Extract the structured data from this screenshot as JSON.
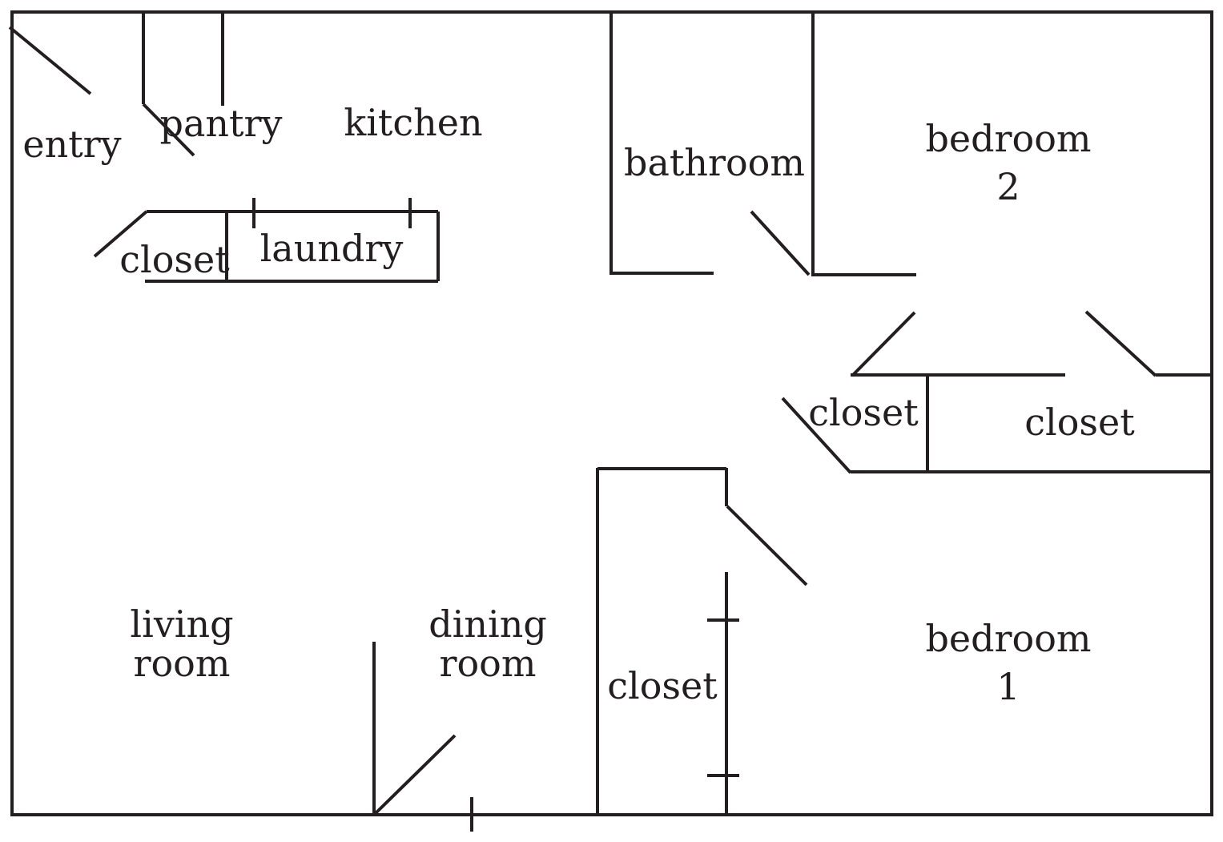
{
  "floorplan": {
    "line_color": "#231f20",
    "background_color": "#ffffff",
    "rooms": {
      "entry": "entry",
      "pantry": "pantry",
      "kitchen": "kitchen",
      "bathroom": "bathroom",
      "bedroom2_line1": "bedroom",
      "bedroom2_line2": "2",
      "hall_closet": "closet",
      "laundry": "laundry",
      "bedroom2_closet_left": "closet",
      "bedroom2_closet_right": "closet",
      "living_room_line1": "living",
      "living_room_line2": "room",
      "dining_room_line1": "dining",
      "dining_room_line2": "room",
      "bedroom1_closet": "closet",
      "bedroom1_line1": "bedroom",
      "bedroom1_line2": "1"
    }
  }
}
